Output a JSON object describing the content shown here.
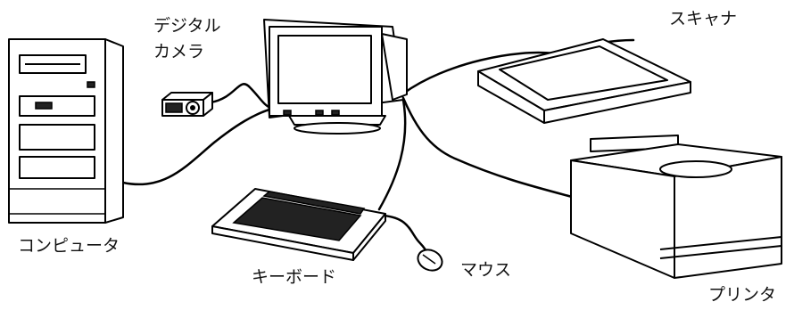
{
  "labels": {
    "computer": "コンピュータ",
    "camera_line1": "デジタル",
    "camera_line2": "カメラ",
    "scanner": "スキャナ",
    "keyboard": "キーボード",
    "mouse": "マウス",
    "printer": "プリンタ"
  },
  "colors": {
    "line": "#000000",
    "background": "#ffffff",
    "text": "#111111"
  },
  "icons": [
    "computer-tower-icon",
    "digital-camera-icon",
    "crt-monitor-icon",
    "scanner-icon",
    "keyboard-icon",
    "mouse-icon",
    "printer-icon"
  ]
}
